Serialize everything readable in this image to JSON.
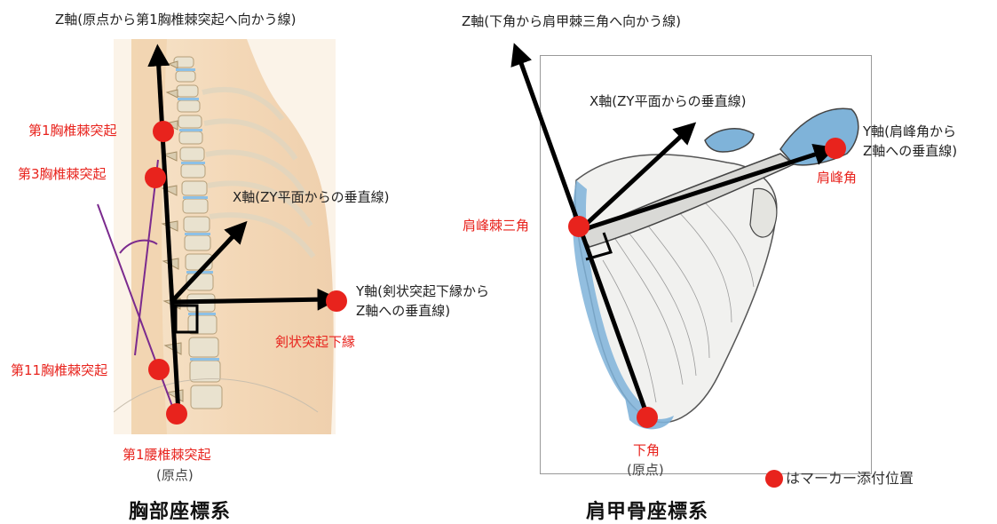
{
  "left_diagram": {
    "title": "胸部座標系",
    "z_axis_label": "Z軸(原点から第1胸椎棘突起へ向かう線)",
    "x_axis_label": "X軸(ZY平面からの垂直線)",
    "y_axis_label_line1": "Y軸(剣状突起下縁から",
    "y_axis_label_line2": "Z軸への垂直線)",
    "marker_t1": "第1胸椎棘突起",
    "marker_t3": "第3胸椎棘突起",
    "marker_t11": "第11胸椎棘突起",
    "marker_xiphoid": "剣状突起下縁",
    "marker_l1": "第1腰椎棘突起",
    "origin_note": "(原点)"
  },
  "right_diagram": {
    "title": "肩甲骨座標系",
    "z_axis_label": "Z軸(下角から肩甲棘三角へ向かう線)",
    "x_axis_label": "X軸(ZY平面からの垂直線)",
    "y_axis_label_line1": "Y軸(肩峰角から",
    "y_axis_label_line2": "Z軸への垂直線)",
    "marker_spine_root": "肩峰棘三角",
    "marker_acromion": "肩峰角",
    "marker_inferior_angle": "下角",
    "origin_note": "(原点)"
  },
  "legend": {
    "text": "はマーカー添付位置"
  },
  "colors": {
    "marker": "#e8231d",
    "axis": "#000000",
    "spine_guide": "#7b2a8e",
    "bone_blue": "#7fb3d9"
  }
}
